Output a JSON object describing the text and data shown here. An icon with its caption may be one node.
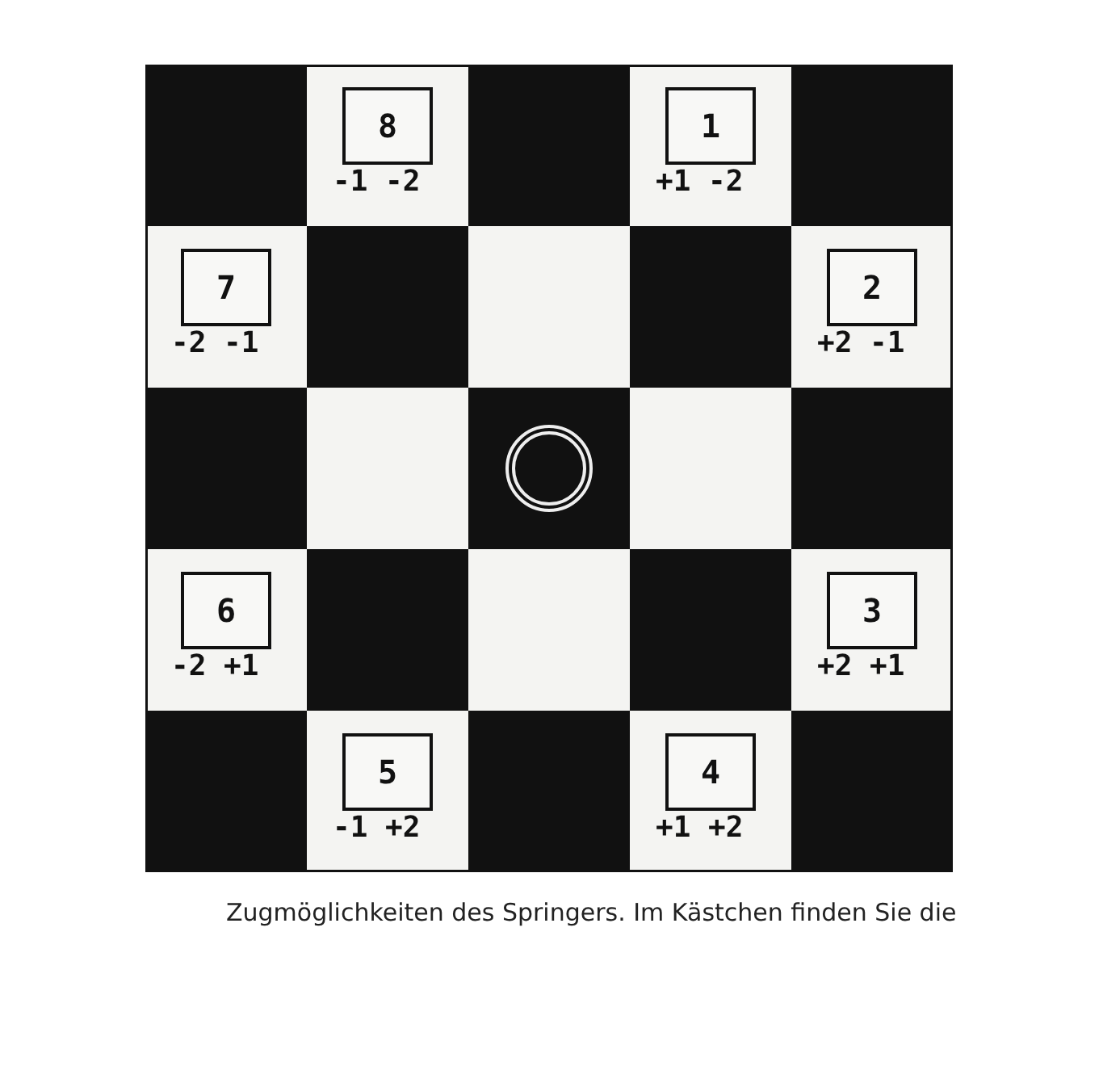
{
  "diagram": {
    "caption": "Zugmöglichkeiten des Springers. Im Kästchen finden Sie die",
    "nodes": [
      {
        "text": [
          "8",
          "-1 -2"
        ]
      },
      {
        "text": [
          "1",
          "+1 -2"
        ]
      },
      {
        "text": [
          "7",
          "-2 -1"
        ]
      },
      {
        "text": [
          "2",
          "+2 -1"
        ]
      },
      {
        "text": [],
        "shape": "circle"
      },
      {
        "text": [
          "6",
          "-2 +1"
        ]
      },
      {
        "text": [
          "3",
          "+2 +1"
        ]
      },
      {
        "text": [
          "5",
          "-1 +2"
        ]
      },
      {
        "text": [
          "4",
          "+1 +2"
        ]
      }
    ]
  }
}
